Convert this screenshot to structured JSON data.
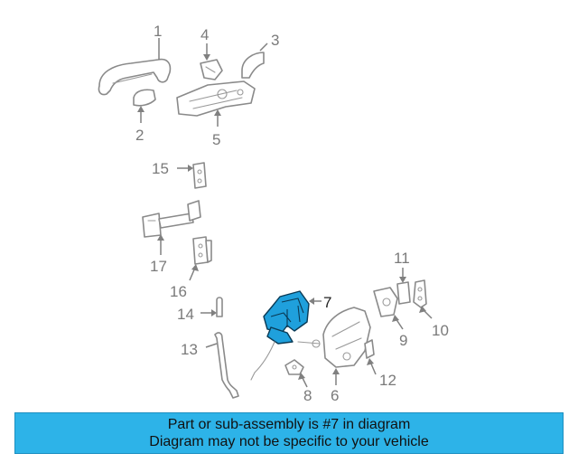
{
  "callouts": {
    "c1": "1",
    "c2": "2",
    "c3": "3",
    "c4": "4",
    "c5": "5",
    "c6": "6",
    "c7": "7",
    "c8": "8",
    "c9": "9",
    "c10": "10",
    "c11": "11",
    "c12": "12",
    "c13": "13",
    "c14": "14",
    "c15": "15",
    "c16": "16",
    "c17": "17"
  },
  "highlight": {
    "part_number": "7",
    "color": "#1fa0dc"
  },
  "banner": {
    "line1": "Part or sub-assembly is #7 in diagram",
    "line2": "Diagram may not be specific to your vehicle",
    "background": "#2db3e8"
  }
}
